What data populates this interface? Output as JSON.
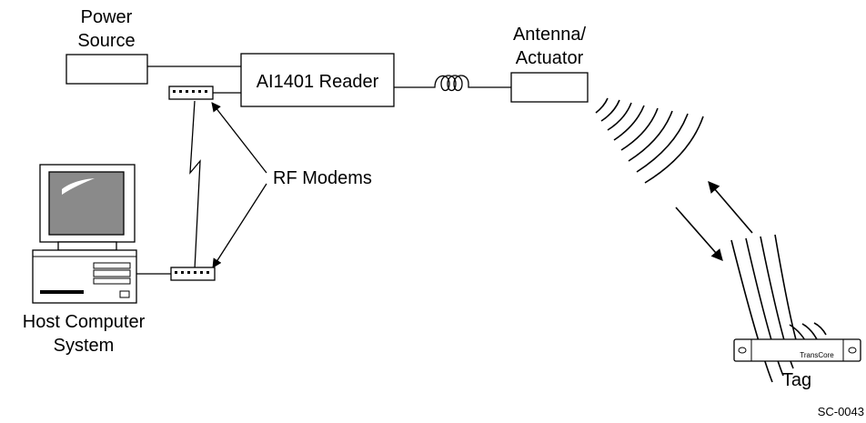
{
  "labels": {
    "power_source_line1": "Power",
    "power_source_line2": "Source",
    "reader": "AI1401 Reader",
    "antenna_line1": "Antenna/",
    "antenna_line2": "Actuator",
    "rf_modems": "RF Modems",
    "host_line1": "Host Computer",
    "host_line2": "System",
    "tag": "Tag",
    "tag_brand": "TransCore",
    "figure_id": "SC-0043"
  },
  "icons": [
    "power-source-box",
    "reader-box",
    "antenna-box",
    "rf-modem-icon",
    "computer-icon",
    "tag-icon",
    "rf-waves-icon",
    "lightning-link-icon",
    "coil-icon"
  ]
}
